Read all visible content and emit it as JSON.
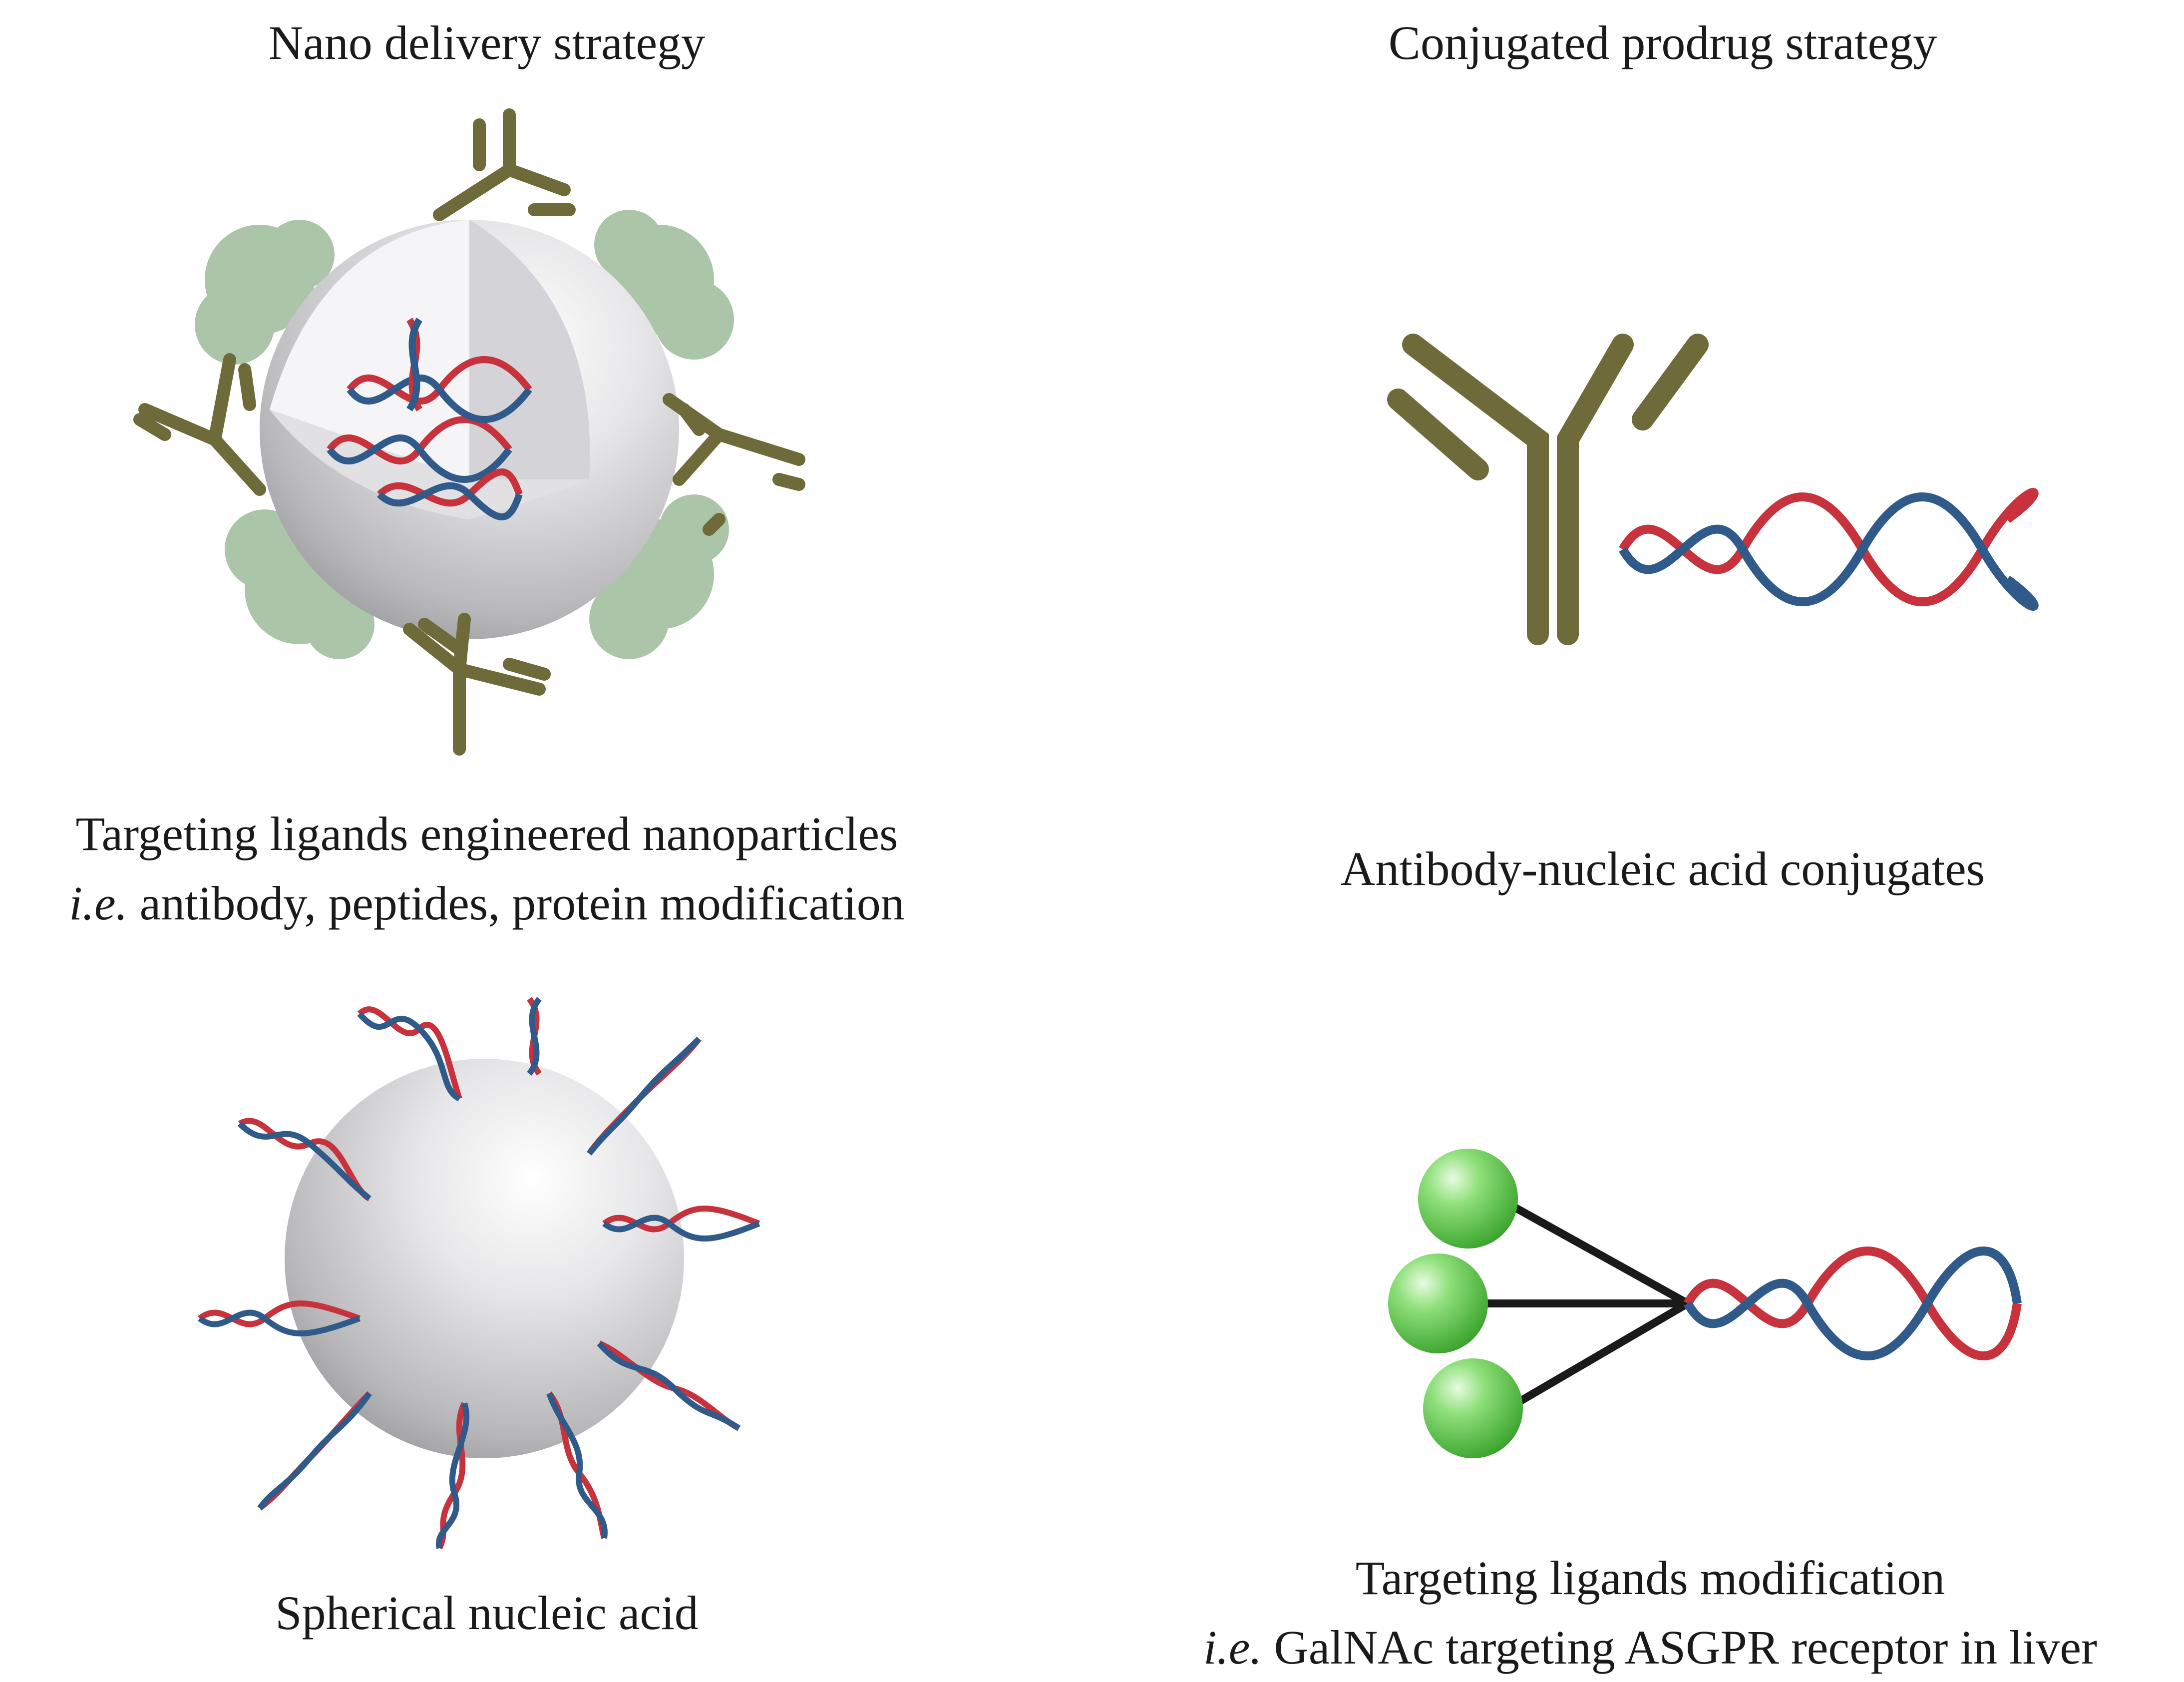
{
  "headers": {
    "left": "Nano delivery strategy",
    "right": "Conjugated prodrug strategy"
  },
  "captions": {
    "nanoparticle_line1": "Targeting ligands engineered nanoparticles",
    "nanoparticle_line2_prefix": "i.e.",
    "nanoparticle_line2_rest": " antibody, peptides, protein modification",
    "antibody_conjugate": "Antibody-nucleic acid conjugates",
    "spherical": "Spherical nucleic acid",
    "galnac_line1": "Targeting ligands modification",
    "galnac_line2_prefix": "i.e.",
    "galnac_line2_rest": " GalNAc targeting ASGPR receptor in liver"
  },
  "colors": {
    "antibody": "#6e6a3a",
    "dna_red": "#c8323c",
    "dna_blue": "#2f5a8a",
    "protein": "#9dbb9a",
    "sphere": "#d6d6d8",
    "ligand": "#5ccc4a",
    "linker": "#1a1a1a"
  },
  "icons": [
    "antibody-icon",
    "dna-helix-icon",
    "nanoparticle-icon",
    "galnac-ligand-icon"
  ]
}
